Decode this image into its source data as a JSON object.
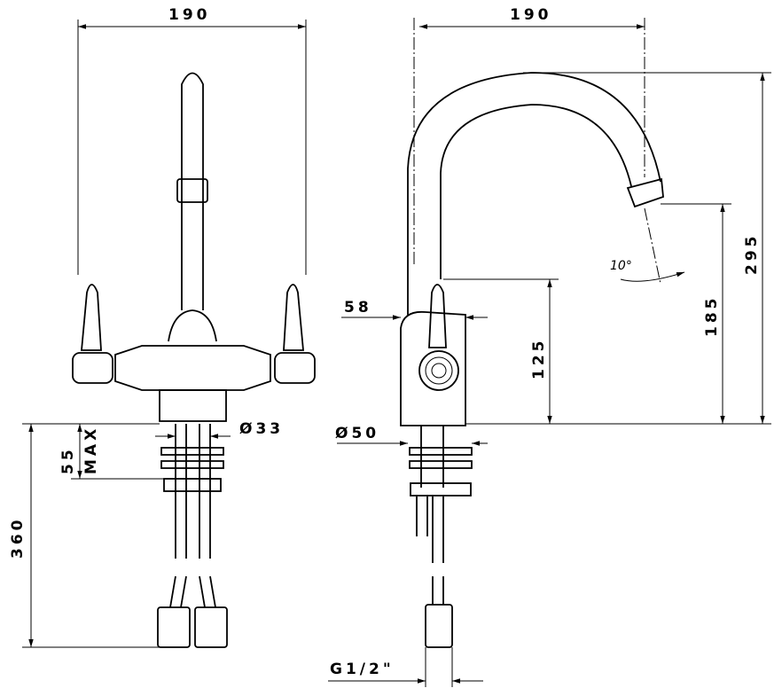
{
  "dimensions": {
    "front_width": "190",
    "side_width": "190",
    "total_height": "295",
    "spout_height": "185",
    "lever_height": "125",
    "lever_offset": "58",
    "base_diameter": "Ø50",
    "shank_diameter": "Ø33",
    "max_thickness_value": "55",
    "max_thickness_suffix": "MAX",
    "shank_length": "360",
    "connection": "G1/2\"",
    "spout_angle": "10°"
  }
}
